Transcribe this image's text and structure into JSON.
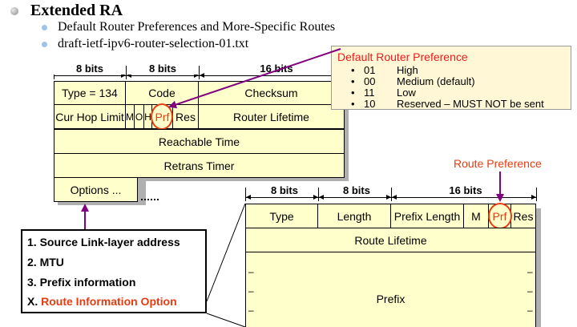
{
  "header": {
    "title": "Extended RA",
    "bullets": [
      "Default Router Preferences and More-Specific Routes",
      "draft-ietf-ipv6-router-selection-01.txt"
    ]
  },
  "ra_packet": {
    "bit_labels": [
      "8 bits",
      "8 bits",
      "16 bits"
    ],
    "row1": [
      "Type = 134",
      "Code",
      "Checksum"
    ],
    "row2": [
      "Cur Hop Limit",
      "M",
      "O",
      "H",
      "Prf",
      "Res",
      "Router Lifetime"
    ],
    "row3": "Reachable Time",
    "row4": "Retrans Timer",
    "row5": "Options ..."
  },
  "callout": {
    "title": "Default Router Preference",
    "items": [
      {
        "code": "01",
        "desc": "High"
      },
      {
        "code": "00",
        "desc": "Medium (default)"
      },
      {
        "code": "11",
        "desc": "Low"
      },
      {
        "code": "10",
        "desc": "Reserved – MUST NOT be sent"
      }
    ]
  },
  "route_pref_label": "Route Preference",
  "rio_packet": {
    "bit_labels": [
      "8 bits",
      "8 bits",
      "16 bits"
    ],
    "row1": [
      "Type",
      "Length",
      "Prefix Length",
      "M",
      "Prf",
      "Res"
    ],
    "row2": "Route Lifetime",
    "row3": "Prefix"
  },
  "options_list": [
    {
      "num": "1.",
      "text": "Source Link-layer address"
    },
    {
      "num": "2.",
      "text": "MTU"
    },
    {
      "num": "3.",
      "text": "Prefix information"
    },
    {
      "num": "X.",
      "text": "Route Information Option"
    }
  ],
  "colors": {
    "cell_fill": "#ffffcc",
    "highlight": "#e63c12",
    "arrow": "#800080"
  }
}
